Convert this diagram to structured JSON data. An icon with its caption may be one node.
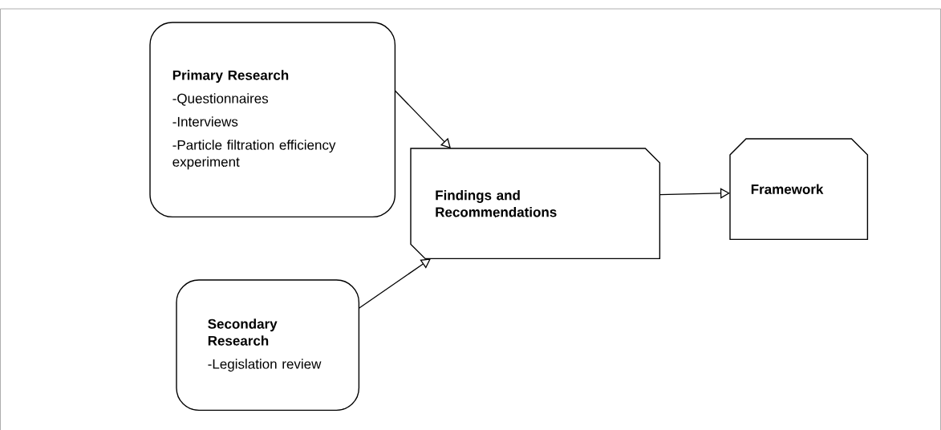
{
  "diagram": {
    "nodes": [
      {
        "text": [
          "Primary Research",
          "-Questionnaires",
          "-Interviews",
          "-Particle filtration efficiency experiment"
        ]
      },
      {
        "text": [
          "Findings and Recommendations"
        ]
      },
      {
        "text": [
          "Framework"
        ]
      },
      {
        "text": [
          "Secondary Research",
          "-Legislation review"
        ]
      }
    ],
    "edges": [
      {
        "from": 0,
        "to": 1,
        "arrow": "to"
      },
      {
        "from": 3,
        "to": 1,
        "arrow": "to"
      },
      {
        "from": 1,
        "to": 2,
        "arrow": "to"
      }
    ]
  }
}
